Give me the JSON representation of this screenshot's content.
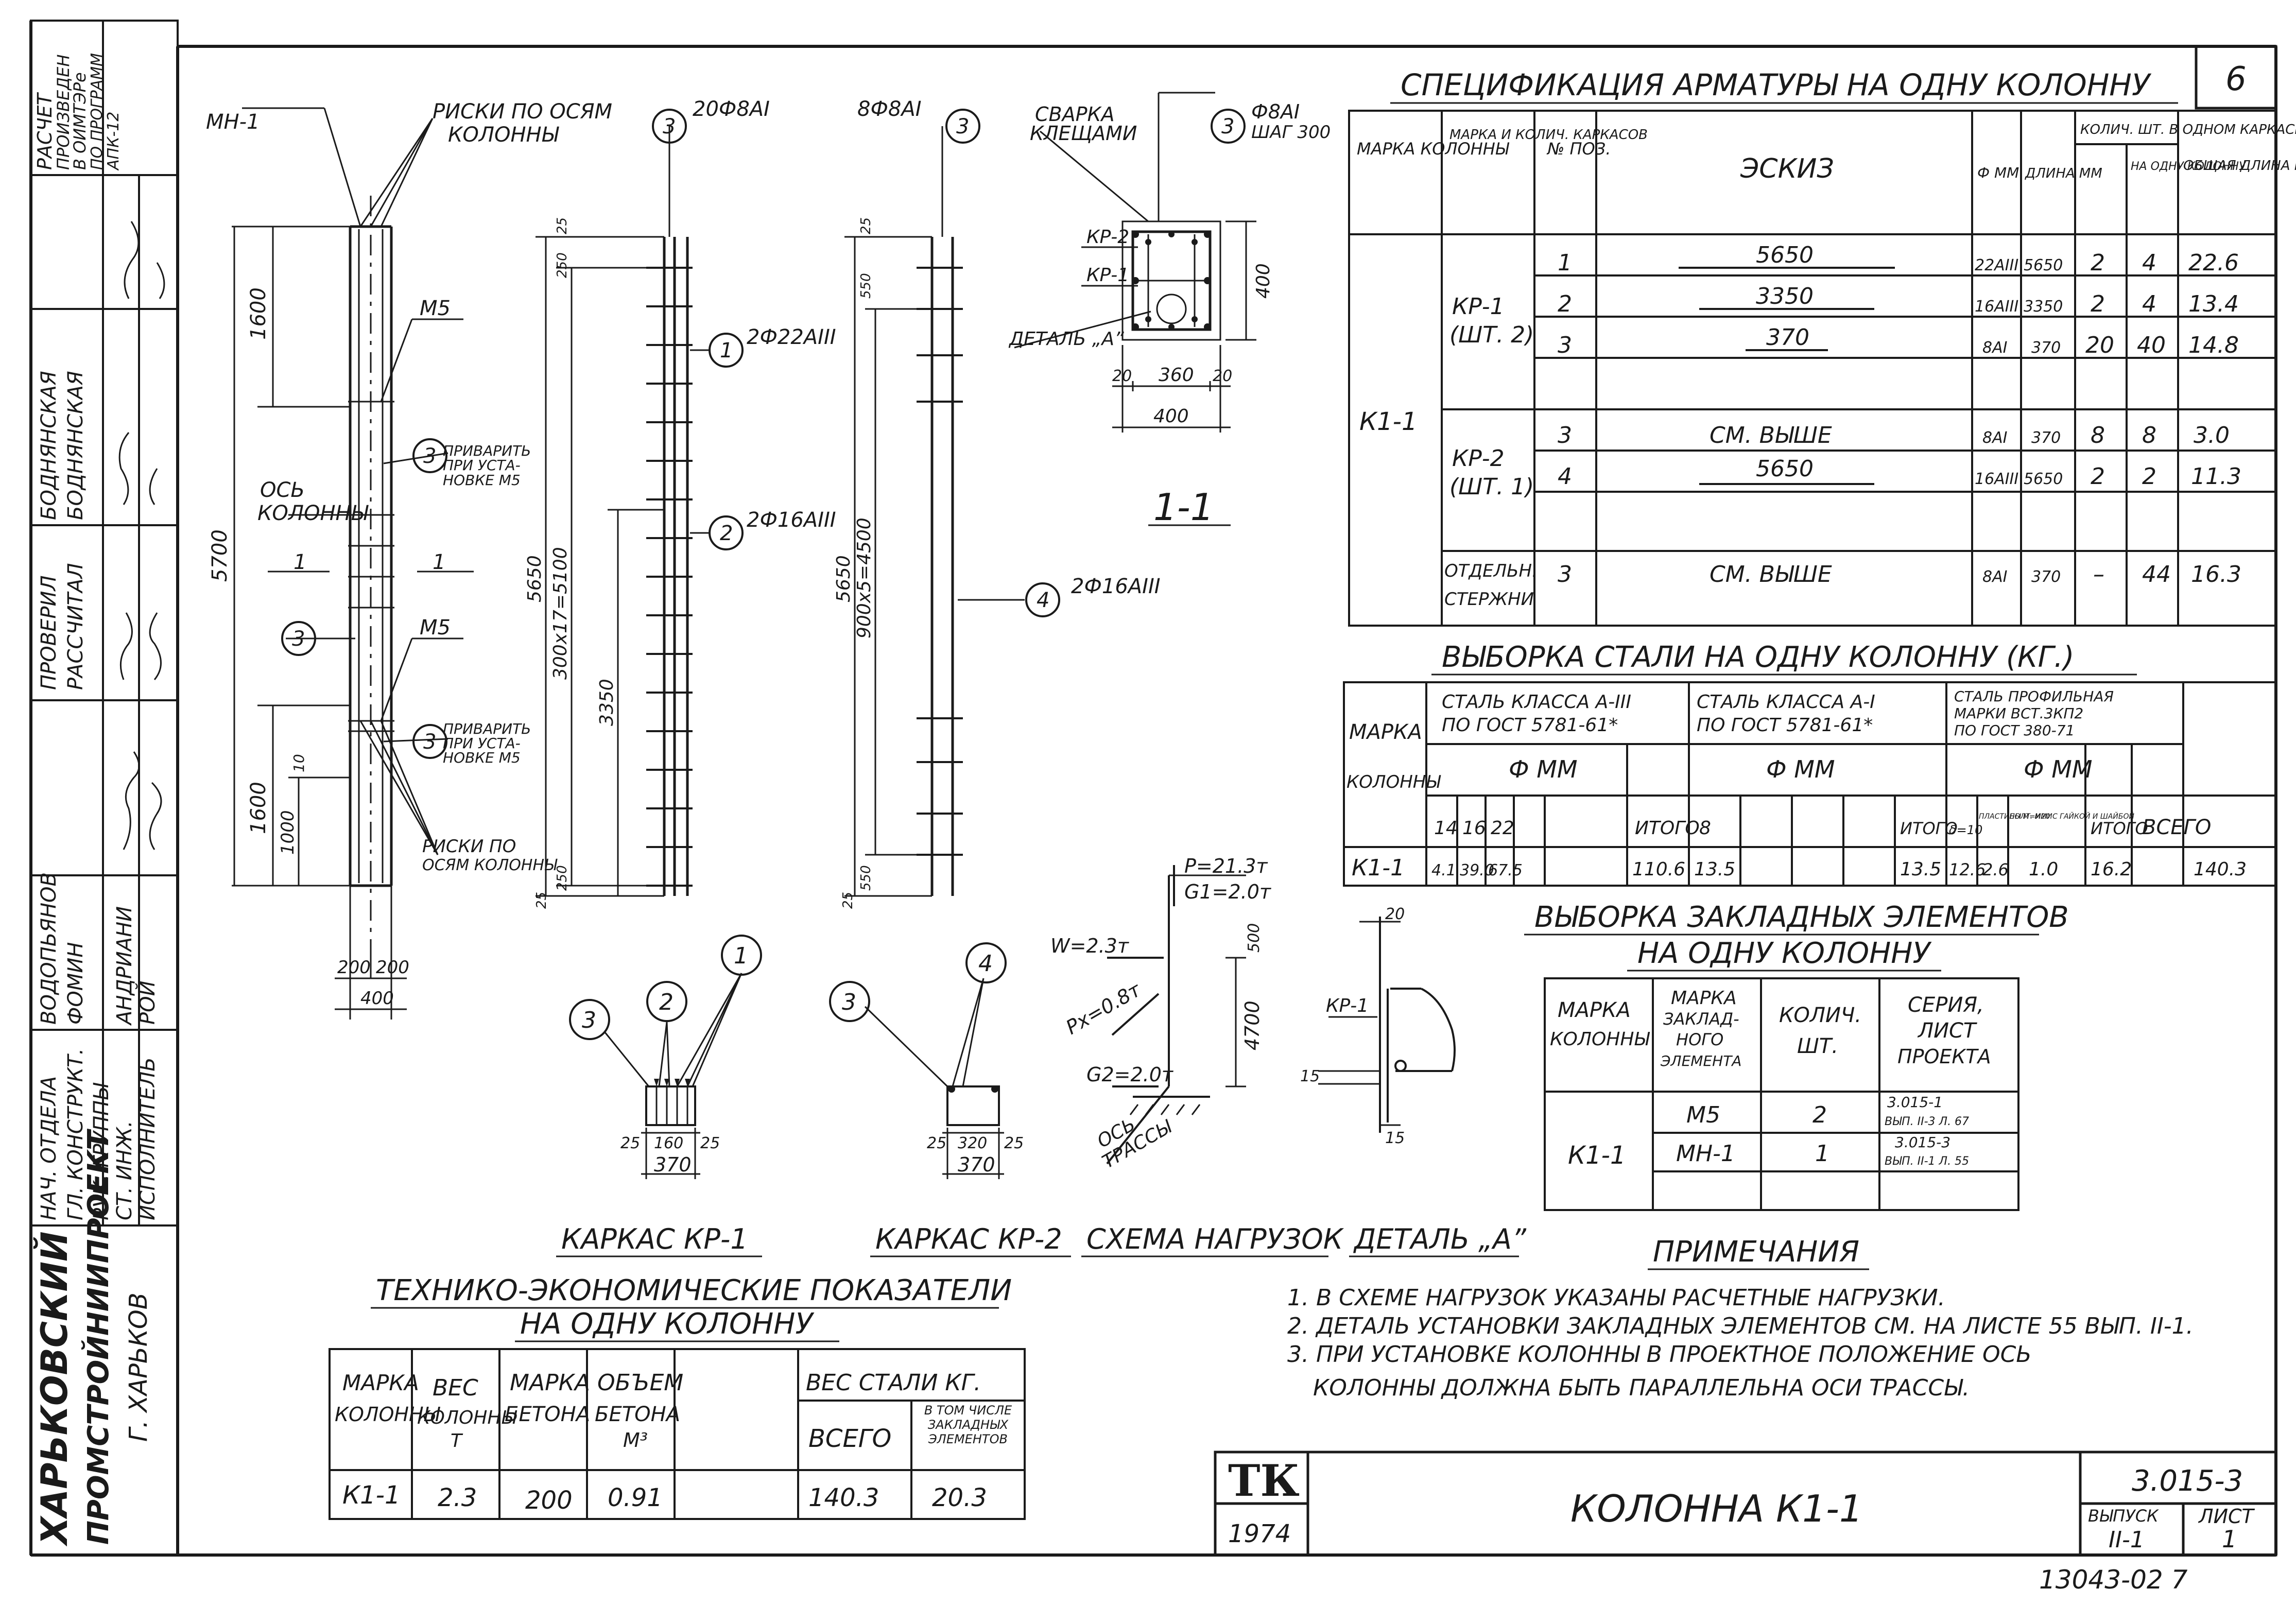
{
  "side_stamp": {
    "note_lines": [
      "РАСЧЕТ",
      "ПРОИЗВЕДЕН",
      "В ОИМТЭРе",
      "ПО ПРОГРАММ",
      "АПК-12"
    ],
    "roles": [
      "НАЧ. ОТДЕЛА",
      "ГЛ. КОНСТРУКТ.",
      "РУК. ГРУППЫ",
      "СТ. ИНЖ.",
      "ИСПОЛНИТЕЛЬ",
      "ПРОВЕРИЛ",
      "РАССЧИТАЛ"
    ],
    "names": [
      "ВОДОПЬЯНОВ",
      "ФОМИН",
      "АНДРИАНИ",
      "РОЙ",
      "БОДНЯНСКАЯ",
      "БОДНЯНСКАЯ"
    ],
    "org_lines": [
      "ХАРЬКОВСКИЙ",
      "ПРОМСТРОЙНИИПРОЕКТ",
      "Г. ХАРЬКОВ"
    ]
  },
  "sheet_number": "6",
  "column_elevation": {
    "labels": {
      "mn1": "МН-1",
      "risks_top": [
        "РИСКИ ПО ОСЯМ",
        "КОЛОННЫ"
      ],
      "m5_top": "М5",
      "m5_mid": "М5",
      "axis": [
        "ОСЬ",
        "КОЛОННЫ"
      ],
      "weld_1": [
        "ПРИВАРИТЬ",
        "ПРИ УСТА-",
        "НОВКЕ М5"
      ],
      "weld_2": [
        "ПРИВАРИТЬ",
        "ПРИ УСТА-",
        "НОВКЕ М5"
      ],
      "risks_bottom": [
        "РИСКИ ПО",
        "ОСЯМ КОЛОННЫ"
      ],
      "section_mark": "1"
    },
    "dims": {
      "height": "5700",
      "top": "1600",
      "bottom": "1600",
      "lower": "1000",
      "small": "10",
      "w_left": "200",
      "w_right": "200",
      "width": "400"
    },
    "callouts": [
      "3",
      "3",
      "3"
    ]
  },
  "frame_kr1": {
    "top_label": "20Ф8АI",
    "callouts": [
      "3",
      "1",
      "2"
    ],
    "bars": [
      "2Ф22АIII",
      "2Ф16АIII"
    ],
    "dims": [
      "25",
      "250",
      "300х17=5100",
      "5650",
      "3350",
      "250",
      "25"
    ]
  },
  "frame_kr2": {
    "top_label": "8Ф8АI",
    "callouts": [
      "3",
      "4"
    ],
    "bar": "2Ф16АIII",
    "dims": [
      "25",
      "550",
      "900х5=4500",
      "5650",
      "550",
      "25"
    ]
  },
  "section_11": {
    "weld_note": [
      "СВАРКА",
      "КЛЕЩАМИ"
    ],
    "callout": "3",
    "step_note": [
      "Ф8АI",
      "ШАГ 300"
    ],
    "kr2": "КР-2",
    "kr1": "КР-1",
    "detail": "ДЕТАЛЬ „А”",
    "dims": [
      "20",
      "360",
      "20",
      "400",
      "400"
    ],
    "title": "1-1"
  },
  "spec": {
    "title": "СПЕЦИФИКАЦИЯ АРМАТУРЫ НА ОДНУ КОЛОННУ",
    "headers": [
      "МАРКА КОЛОННЫ",
      "МАРКА И КОЛИЧ. КАРКАСОВ",
      "№ ПОЗ.",
      "ЭСКИЗ",
      "Ф ММ",
      "ДЛИНА ММ",
      "КОЛИЧ. ШТ. В ОДНОМ КАРКАСЕ",
      "НА ОДНУ КОЛОННУ",
      "ОБЩАЯ ДЛИНА М"
    ],
    "column_mark": "К1-1",
    "groups": [
      {
        "label": [
          "КР-1",
          "(ШТ. 2)"
        ]
      },
      {
        "label": [
          "КР-2",
          "(ШТ. 1)"
        ]
      },
      {
        "label": [
          "ОТДЕЛЬН.",
          "СТЕРЖНИ"
        ]
      }
    ],
    "rows": [
      {
        "pos": "1",
        "sketch": "5650",
        "dia": "22АIII",
        "len": "5650",
        "in_frame": "2",
        "per_col": "4",
        "total": "22.6"
      },
      {
        "pos": "2",
        "sketch": "3350",
        "dia": "16АIII",
        "len": "3350",
        "in_frame": "2",
        "per_col": "4",
        "total": "13.4"
      },
      {
        "pos": "3",
        "sketch": "370",
        "dia": "8АI",
        "len": "370",
        "in_frame": "20",
        "per_col": "40",
        "total": "14.8"
      },
      {
        "pos": "3",
        "sketch": "СМ. ВЫШЕ",
        "dia": "8АI",
        "len": "370",
        "in_frame": "8",
        "per_col": "8",
        "total": "3.0"
      },
      {
        "pos": "4",
        "sketch": "5650",
        "dia": "16АIII",
        "len": "5650",
        "in_frame": "2",
        "per_col": "2",
        "total": "11.3"
      },
      {
        "pos": "3",
        "sketch": "СМ. ВЫШЕ",
        "dia": "8АI",
        "len": "370",
        "in_frame": "–",
        "per_col": "44",
        "total": "16.3"
      }
    ]
  },
  "steel": {
    "title": "ВЫБОРКА СТАЛИ НА ОДНУ КОЛОННУ (КГ.)",
    "mark_header": [
      "МАРКА",
      "КОЛОННЫ"
    ],
    "a3_header": [
      "СТАЛЬ КЛАССА А-III",
      "ПО ГОСТ 5781-61*"
    ],
    "a1_header": [
      "СТАЛЬ КЛАССА А-I",
      "ПО ГОСТ 5781-61*"
    ],
    "prof_header": [
      "СТАЛЬ ПРОФИЛЬНАЯ",
      "МАРКИ ВСТ.3КП2",
      "ПО ГОСТ 380-71"
    ],
    "phi_mm": "Ф ММ",
    "diam_a3": [
      "14",
      "16",
      "22"
    ],
    "diam_a1": [
      "8"
    ],
    "prof_cols": [
      "δ=10",
      "ПЛАСТИНЫ М=ИМИ",
      "БОЛТ. М20 С ГАЙКОЙ И ШАЙБОЙ"
    ],
    "itogo": "ИТОГО",
    "vsego": "ВСЕГО",
    "row": {
      "mark": "К1-1",
      "a3": [
        "4.1",
        "39.0",
        "67.5"
      ],
      "a3_total": "110.6",
      "a1": [
        "13.5"
      ],
      "a1_total": "13.5",
      "prof": [
        "12.6",
        "2.6",
        "1.0"
      ],
      "prof_total": "16.2",
      "total": "140.3"
    }
  },
  "embedded": {
    "title": [
      "ВЫБОРКА ЗАКЛАДНЫХ ЭЛЕМЕНТОВ",
      "НА ОДНУ КОЛОННУ"
    ],
    "headers": [
      [
        "МАРКА",
        "КОЛОННЫ"
      ],
      [
        "МАРКА",
        "ЗАКЛАД-",
        "НОГО",
        "ЭЛЕМЕНТА"
      ],
      [
        "КОЛИЧ.",
        "ШТ."
      ],
      [
        "СЕРИЯ,",
        "ЛИСТ",
        "ПРОЕКТА"
      ]
    ],
    "column_mark": "К1-1",
    "rows": [
      {
        "el": "М5",
        "qty": "2",
        "series": [
          "3.015-1",
          "ВЫП. II-3 Л. 67"
        ]
      },
      {
        "el": "МН-1",
        "qty": "1",
        "series": [
          "3.015-3",
          "ВЫП. II-1 Л. 55"
        ]
      }
    ]
  },
  "loads": {
    "p": "P=21.3т",
    "g1": "G1=2.0т",
    "w": "W=2.3т",
    "px": "Pх=0.8т",
    "g2": "G2=2.0т",
    "axis": [
      "ОСЬ",
      "ТРАССЫ"
    ],
    "dims": [
      "500",
      "4700"
    ]
  },
  "detail_a": {
    "kr1": "КР-1",
    "dims": [
      "20",
      "15",
      "15"
    ]
  },
  "frame_details": {
    "kr1": {
      "callouts": [
        "3",
        "2",
        "1"
      ],
      "dims": [
        "25",
        "160",
        "25",
        "370"
      ]
    },
    "kr2": {
      "callouts": [
        "3",
        "4"
      ],
      "dims": [
        "25",
        "320",
        "25",
        "370"
      ]
    }
  },
  "view_titles": [
    "КАРКАС КР-1",
    "КАРКАС КР-2",
    "СХЕМА НАГРУЗОК",
    "ДЕТАЛЬ „А”"
  ],
  "notes": {
    "title": "ПРИМЕЧАНИЯ",
    "lines": [
      "1. В СХЕМЕ НАГРУЗОК УКАЗАНЫ РАСЧЕТНЫЕ НАГРУЗКИ.",
      "2. ДЕТАЛЬ УСТАНОВКИ ЗАКЛАДНЫХ ЭЛЕМЕНТОВ СМ. НА ЛИСТЕ 55 ВЫП. II-1.",
      "3. ПРИ УСТАНОВКЕ КОЛОННЫ В ПРОЕКТНОЕ ПОЛОЖЕНИЕ ОСЬ",
      "КОЛОННЫ ДОЛЖНА БЫТЬ ПАРАЛЛЕЛЬНА ОСИ ТРАССЫ."
    ]
  },
  "tep": {
    "title": [
      "ТЕХНИКО-ЭКОНОМИЧЕСКИЕ ПОКАЗАТЕЛИ",
      "НА ОДНУ КОЛОННУ"
    ],
    "headers": [
      [
        "МАРКА",
        "КОЛОННЫ"
      ],
      [
        "ВЕС",
        "КОЛОННЫ",
        "Т"
      ],
      [
        "МАРКА",
        "БЕТОНА"
      ],
      [
        "ОБЪЕМ",
        "БЕТОНА",
        "М³"
      ]
    ],
    "steel_header": "ВЕС СТАЛИ КГ.",
    "steel_sub": [
      "ВСЕГО",
      "В ТОМ ЧИСЛЕ ЗАКЛАДНЫХ ЭЛЕМЕНТОВ"
    ],
    "row": [
      "К1-1",
      "2.3",
      "200",
      "0.91",
      "140.3",
      "20.3"
    ]
  },
  "title_block": {
    "logo": "ТК",
    "year": "1974",
    "name": "КОЛОННА К1-1",
    "series": "3.015-3",
    "issue_label": "ВЫПУСК",
    "issue": "II-1",
    "sheet_label": "ЛИСТ",
    "sheet": "1"
  },
  "inventory": "13043-02 7"
}
